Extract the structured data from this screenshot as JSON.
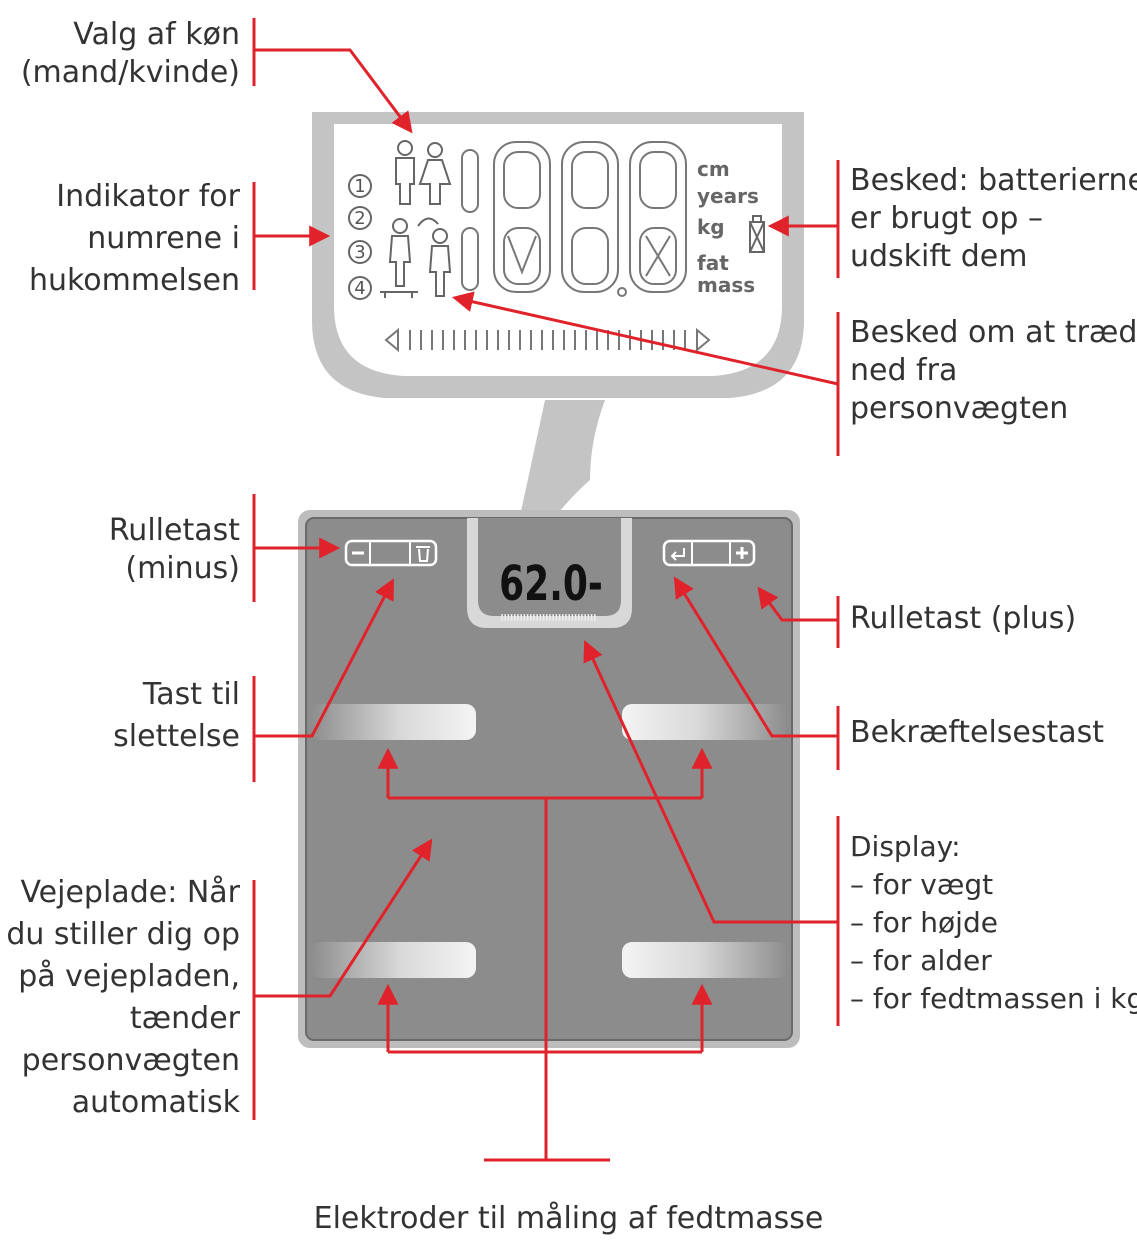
{
  "colors": {
    "annotation": "#e0222b",
    "text": "#333333",
    "scale_body": "#8a8a8a",
    "scale_frame": "#c8c8c8",
    "lcd_outline": "#9a9a9a"
  },
  "labels": {
    "gender": [
      "Valg af køn",
      "(mand/kvinde)"
    ],
    "memory": [
      "Indikator for",
      "numrene i",
      "hukommelsen"
    ],
    "battery": [
      "Besked: batterierne",
      "er brugt op –",
      "udskift dem"
    ],
    "step_off": [
      "Besked om at træde",
      "ned fra",
      "personvægten"
    ],
    "minus": [
      "Rulletast",
      "(minus)"
    ],
    "plus": [
      "Rulletast (plus)"
    ],
    "delete": [
      "Tast til",
      "slettelse"
    ],
    "confirm": [
      "Bekræftelsestast"
    ],
    "platform": [
      "Vejeplade: Når",
      "du stiller dig op",
      "på vejepladen,",
      "tænder",
      "personvægten",
      "automatisk"
    ],
    "display": [
      "Display:",
      "– for vægt",
      "– for højde",
      "– for alder",
      "– for fedtmassen i kg"
    ],
    "electrodes": [
      "Elektroder til måling af fedtmasse"
    ]
  },
  "lcd": {
    "units": [
      "cm",
      "years",
      "kg",
      "fat",
      "mass"
    ],
    "memory_numbers": [
      "1",
      "2",
      "3",
      "4"
    ]
  },
  "scale_display": {
    "reading": "62.0-"
  },
  "icons": {
    "male": "male-figure-icon",
    "female": "female-figure-icon",
    "battery": "battery-empty-icon",
    "minus_button": "minus-icon",
    "plus_button": "plus-icon",
    "delete_button": "trash-icon",
    "confirm_button": "return-icon"
  }
}
